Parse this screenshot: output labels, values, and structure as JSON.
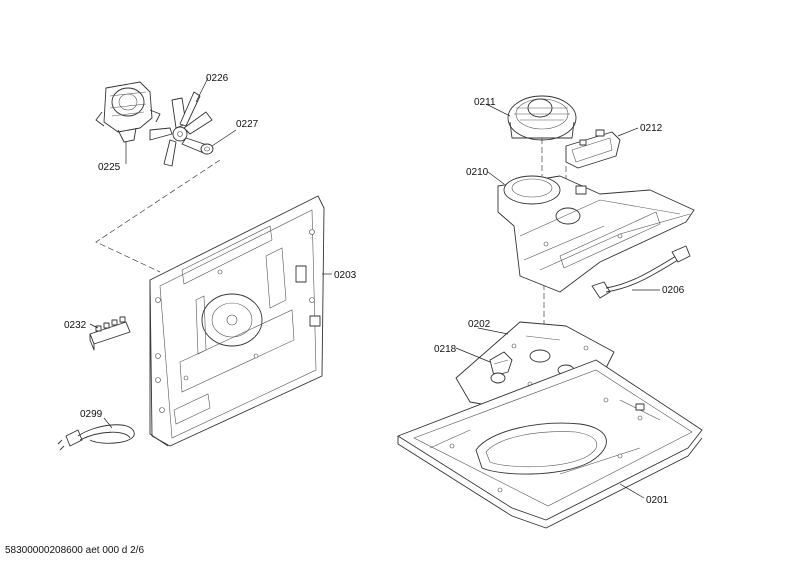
{
  "callouts": {
    "p0225": "0225",
    "p0226": "0226",
    "p0227": "0227",
    "p0203": "0203",
    "p0232": "0232",
    "p0299": "0299",
    "p0211": "0211",
    "p0212": "0212",
    "p0210": "0210",
    "p0206": "0206",
    "p0202": "0202",
    "p0218": "0218",
    "p0201": "0201"
  },
  "footer": {
    "code": "58300000208600 aet 000 d 2/6"
  }
}
